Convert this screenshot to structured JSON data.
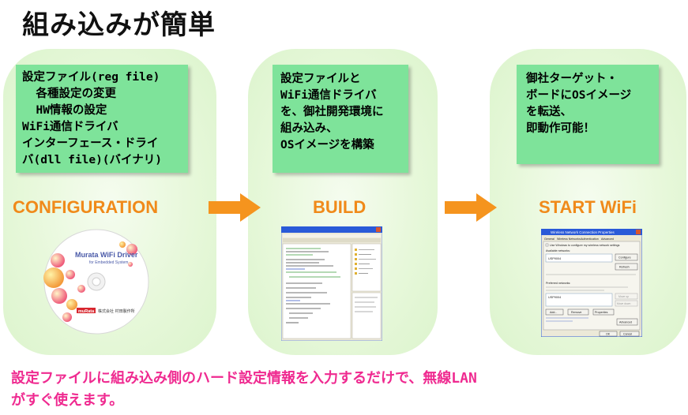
{
  "title": "組み込みが簡単",
  "panels": {
    "config": {
      "note_lines": [
        "設定ファイル(reg file)",
        "  各種設定の変更",
        "  HW情報の設定",
        "WiFi通信ドライバ",
        "インターフェース・ドライ",
        "バ(dll file)(バイナリ)"
      ],
      "stage": "CONFIGURATION",
      "cd_brand": "Murata WiFi Driver",
      "cd_sub": "for Embedded System",
      "cd_maker": "muRata",
      "cd_maker_jp": "株式会社 村田製作所"
    },
    "build": {
      "note_lines": [
        "設定ファイルと",
        "WiFi通信ドライバ",
        "を、御社開発環境に",
        "組み込み、",
        "OSイメージを構築"
      ],
      "stage": "BUILD"
    },
    "start": {
      "note_lines": [
        "御社ターゲット・",
        "ボードにOSイメージ",
        "を転送、",
        "即動作可能！"
      ],
      "stage": "START WiFi",
      "dialog": {
        "title": "Wireless Network Connection Properties",
        "tabs": [
          "General",
          "Wireless Networks",
          "Authentication",
          "Advanced"
        ],
        "checkbox": "Use Windows to configure my wireless network settings",
        "available_label": "Available networks:",
        "available_item": "USP9004",
        "configure": "Configure",
        "refresh": "Refresh",
        "preferred_label": "Preferred networks:",
        "preferred_item": "USP9004",
        "move_up": "Move up",
        "move_down": "Move down",
        "add": "Add...",
        "remove": "Remove",
        "properties": "Properties",
        "advanced": "Advanced",
        "ok": "OK",
        "cancel": "Cancel"
      }
    }
  },
  "footer_lines": [
    "設定ファイルに組み込み側のハード設定情報を入力するだけで、無線LAN",
    "がすぐ使えます。"
  ],
  "colors": {
    "note_bg": "#7ee39a",
    "stage": "#f08a1a",
    "arrow": "#f5941e",
    "footer": "#ef2a90",
    "panel": "#e3f7d6"
  }
}
